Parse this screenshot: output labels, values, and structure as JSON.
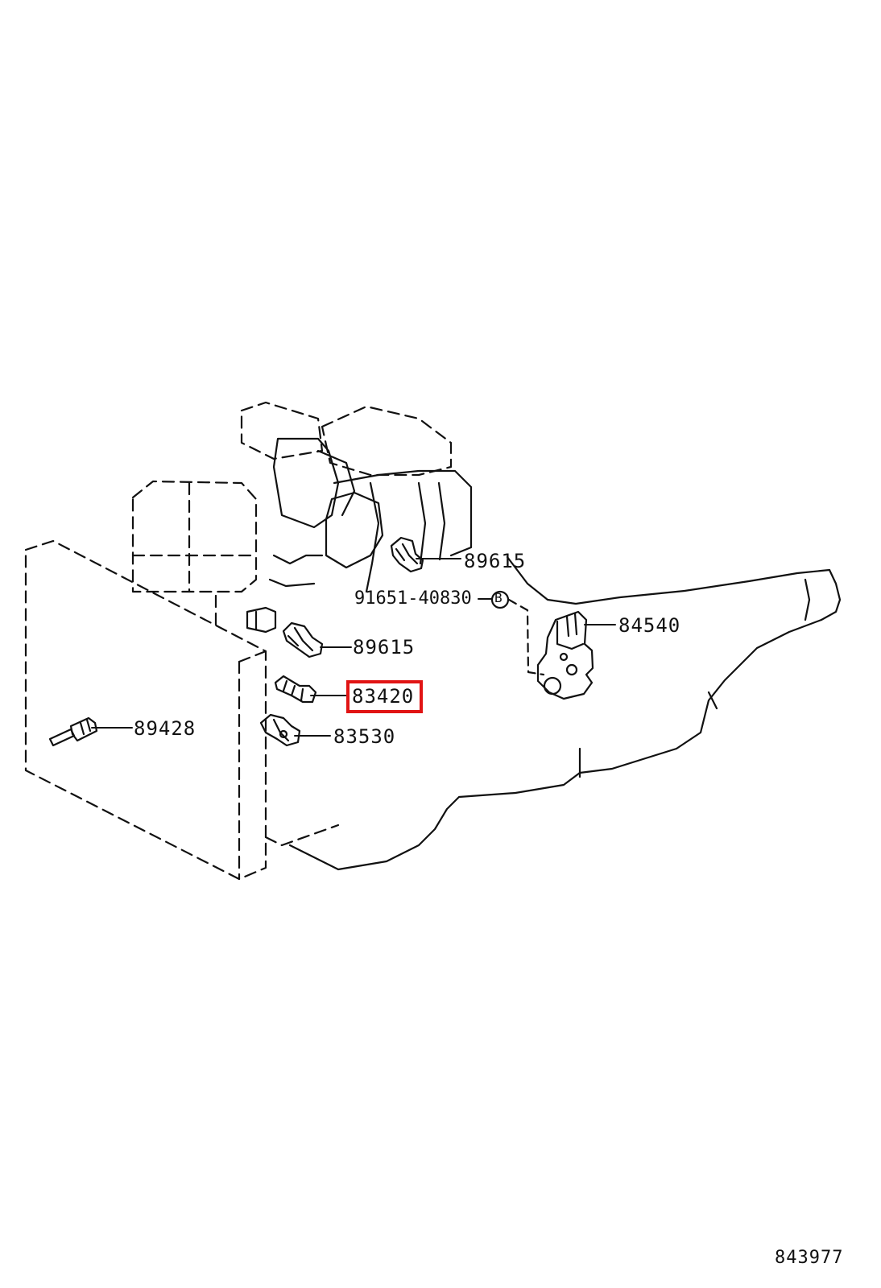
{
  "diagram": {
    "part_labels": {
      "p89615_upper": "89615",
      "p91651": "91651-40830",
      "p84540": "84540",
      "p89615_lower": "89615",
      "p83420": "83420",
      "p89428": "89428",
      "p83530": "83530"
    },
    "callout_symbol": "B",
    "illustration_number": "843977",
    "highlighted_part": "83420",
    "highlight_color": "#e11414",
    "line_color": "#111111",
    "background_color": "#ffffff"
  }
}
